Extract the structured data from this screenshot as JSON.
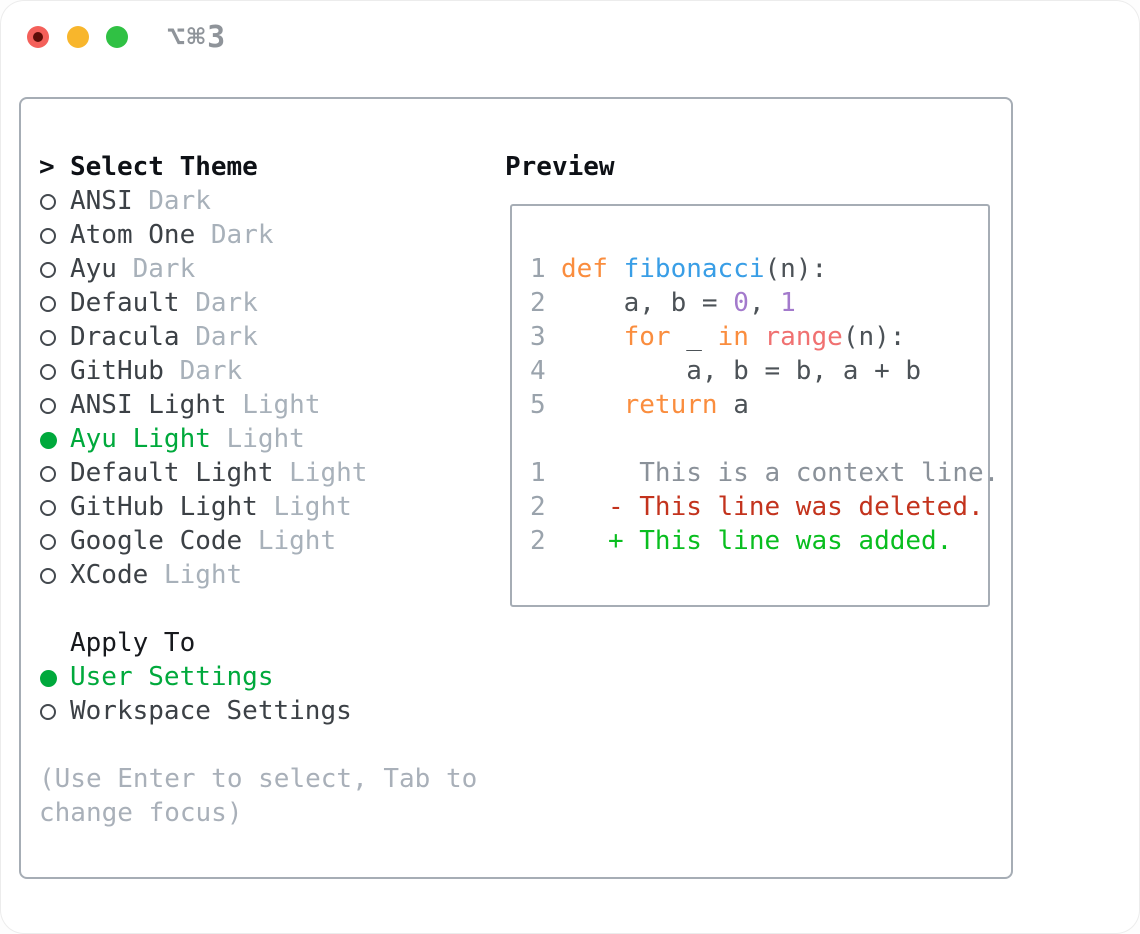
{
  "window": {
    "title": "⌥⌘3"
  },
  "palette": {
    "ui_green": "#00a93c",
    "text_dark": "#3c4146",
    "text_muted": "#a8b1ba",
    "help": "#a9b0b9",
    "keyword": "#fa8d3e",
    "function": "#399ee6",
    "number": "#a37acc",
    "builtin": "#f07171",
    "code_fg": "#4c5257",
    "lineno": "#9aa3ac",
    "context": "#8a9199",
    "deleted": "#c3331d",
    "added": "#09be1f"
  },
  "theme_picker": {
    "prompt": ">",
    "title": "Select Theme",
    "items": [
      {
        "name": "ANSI",
        "variant": "Dark",
        "selected": false
      },
      {
        "name": "Atom One",
        "variant": "Dark",
        "selected": false
      },
      {
        "name": "Ayu",
        "variant": "Dark",
        "selected": false
      },
      {
        "name": "Default",
        "variant": "Dark",
        "selected": false
      },
      {
        "name": "Dracula",
        "variant": "Dark",
        "selected": false
      },
      {
        "name": "GitHub",
        "variant": "Dark",
        "selected": false
      },
      {
        "name": "ANSI Light",
        "variant": "Light",
        "selected": false
      },
      {
        "name": "Ayu Light",
        "variant": "Light",
        "selected": true
      },
      {
        "name": "Default Light",
        "variant": "Light",
        "selected": false
      },
      {
        "name": "GitHub Light",
        "variant": "Light",
        "selected": false
      },
      {
        "name": "Google Code",
        "variant": "Light",
        "selected": false
      },
      {
        "name": "XCode",
        "variant": "Light",
        "selected": false
      }
    ]
  },
  "apply_to": {
    "title": "Apply To",
    "options": [
      {
        "label": "User Settings",
        "selected": true
      },
      {
        "label": "Workspace Settings",
        "selected": false
      }
    ]
  },
  "help_lines": [
    "(Use Enter to select, Tab to",
    "change focus)"
  ],
  "preview": {
    "title": "Preview",
    "lines": [
      {
        "num": "1",
        "tokens": [
          {
            "t": "def",
            "c": "kw"
          },
          {
            "t": " ",
            "c": "fg"
          },
          {
            "t": "fibonacci",
            "c": "fn"
          },
          {
            "t": "(n):",
            "c": "fg"
          }
        ]
      },
      {
        "num": "2",
        "tokens": [
          {
            "t": "    a, b = ",
            "c": "fg"
          },
          {
            "t": "0",
            "c": "num"
          },
          {
            "t": ", ",
            "c": "fg"
          },
          {
            "t": "1",
            "c": "num"
          }
        ]
      },
      {
        "num": "3",
        "tokens": [
          {
            "t": "    ",
            "c": "fg"
          },
          {
            "t": "for",
            "c": "kw"
          },
          {
            "t": " _ ",
            "c": "fg"
          },
          {
            "t": "in",
            "c": "kw"
          },
          {
            "t": " ",
            "c": "fg"
          },
          {
            "t": "range",
            "c": "bi"
          },
          {
            "t": "(n):",
            "c": "fg"
          }
        ]
      },
      {
        "num": "4",
        "tokens": [
          {
            "t": "        a, b = b, a + b",
            "c": "fg"
          }
        ]
      },
      {
        "num": "5",
        "tokens": [
          {
            "t": "    ",
            "c": "fg"
          },
          {
            "t": "return",
            "c": "kw"
          },
          {
            "t": " a",
            "c": "fg"
          }
        ]
      },
      {
        "num": "",
        "tokens": []
      },
      {
        "num": "1",
        "tokens": [
          {
            "t": "     This is a context line.",
            "c": "ctx"
          }
        ]
      },
      {
        "num": "2",
        "tokens": [
          {
            "t": "   - This line was deleted.",
            "c": "del"
          }
        ]
      },
      {
        "num": "2",
        "tokens": [
          {
            "t": "   + This line was added.",
            "c": "add"
          }
        ]
      }
    ]
  }
}
